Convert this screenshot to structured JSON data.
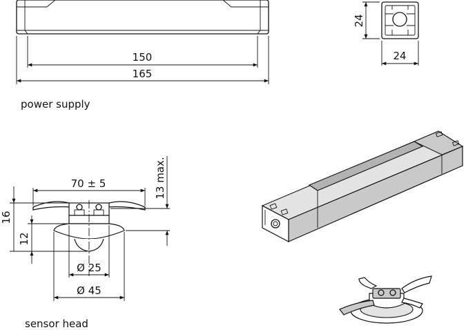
{
  "labels": {
    "power_supply": "power supply",
    "sensor_head": "sensor head"
  },
  "dimensions": {
    "ps_inner_length": "150",
    "ps_total_length": "165",
    "ps_height": "24",
    "ps_width": "24",
    "sensor_clip_span": "70 ± 5",
    "sensor_max_height": "13 max.",
    "sensor_total_height": "16",
    "sensor_body_height": "12",
    "sensor_inner_diameter": "Ø 25",
    "sensor_outer_diameter": "Ø 45"
  }
}
